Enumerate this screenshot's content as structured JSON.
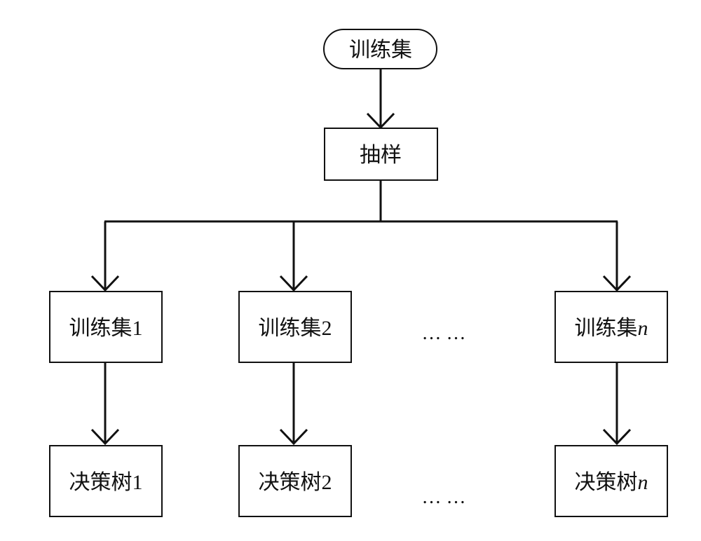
{
  "root": {
    "label": "训练集"
  },
  "sampling": {
    "label": "抽样"
  },
  "subsets": [
    {
      "label": "训练集",
      "suffix": "1",
      "suffix_style": "number"
    },
    {
      "label": "训练集",
      "suffix": "2",
      "suffix_style": "number"
    },
    {
      "label": "训练集",
      "suffix": "n",
      "suffix_style": "italic"
    }
  ],
  "trees": [
    {
      "label": "决策树",
      "suffix": "1",
      "suffix_style": "number"
    },
    {
      "label": "决策树",
      "suffix": "2",
      "suffix_style": "number"
    },
    {
      "label": "决策树",
      "suffix": "n",
      "suffix_style": "italic"
    }
  ],
  "ellipsis": {
    "subset_row": "…  …",
    "tree_row": "…  …"
  }
}
